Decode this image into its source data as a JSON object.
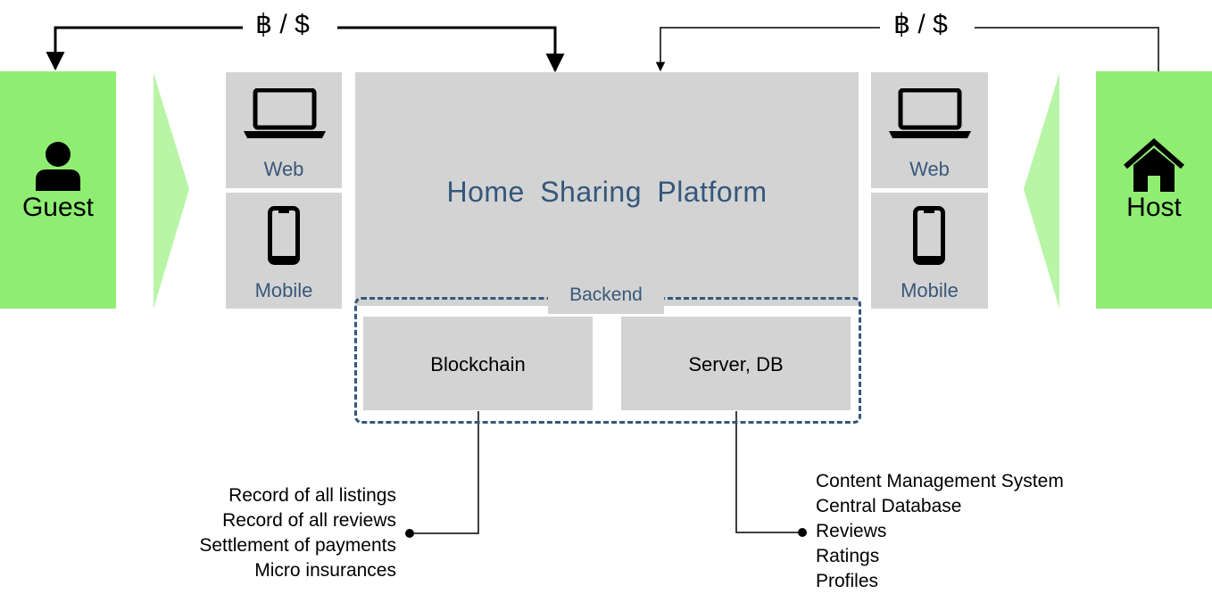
{
  "actors": {
    "guest": {
      "label": "Guest",
      "icon": "user-icon"
    },
    "host": {
      "label": "Host",
      "icon": "house-icon"
    }
  },
  "payment_labels": {
    "left": "฿ / $",
    "right": "฿ / $"
  },
  "devices": {
    "left": {
      "web": "Web",
      "mobile": "Mobile"
    },
    "right": {
      "web": "Web",
      "mobile": "Mobile"
    }
  },
  "platform": {
    "title": "Home Sharing Platform"
  },
  "backend": {
    "label": "Backend",
    "blockchain": {
      "label": "Blockchain",
      "items": [
        "Record of all listings",
        "Record of all reviews",
        "Settlement of payments",
        "Micro insurances"
      ]
    },
    "server": {
      "label": "Server, DB",
      "items": [
        "Content Management System",
        "Central Database",
        "Reviews",
        "Ratings",
        "Profiles"
      ]
    }
  },
  "colors": {
    "actor_green": "#8fee72",
    "arrow_green": "#b8f5a6",
    "box_gray": "#d3d3d3",
    "text_blue": "#34577b",
    "dash_blue": "#34577b"
  }
}
